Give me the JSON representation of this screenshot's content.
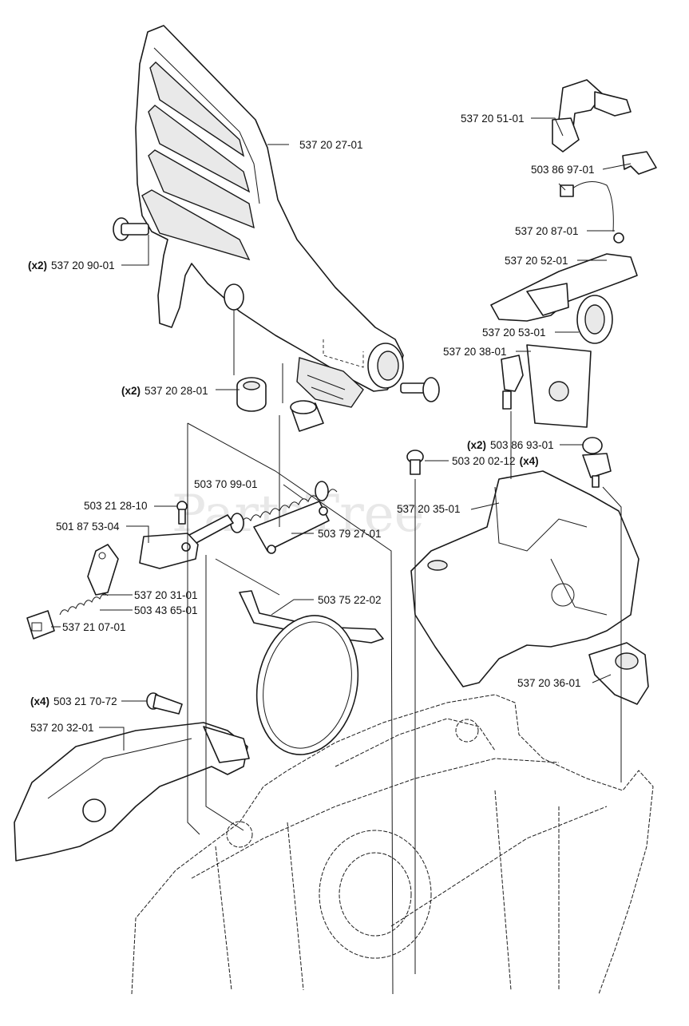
{
  "watermark": "PartsTree",
  "callouts": [
    {
      "id": "537-20-27-01",
      "part_no": "537 20 27-01",
      "qty": ""
    },
    {
      "id": "537-20-90-01",
      "part_no": "537 20 90-01",
      "qty": "(x2)"
    },
    {
      "id": "537-20-28-01",
      "part_no": "537 20 28-01",
      "qty": "(x2)"
    },
    {
      "id": "503-70-99-01",
      "part_no": "503 70 99-01",
      "qty": ""
    },
    {
      "id": "503-21-28-10",
      "part_no": "503 21 28-10",
      "qty": ""
    },
    {
      "id": "501-87-53-04",
      "part_no": "501 87 53-04",
      "qty": ""
    },
    {
      "id": "503-79-27-01",
      "part_no": "503 79 27-01",
      "qty": ""
    },
    {
      "id": "537-20-31-01",
      "part_no": "537 20 31-01",
      "qty": ""
    },
    {
      "id": "503-43-65-01",
      "part_no": "503 43 65-01",
      "qty": ""
    },
    {
      "id": "537-21-07-01",
      "part_no": "537 21 07-01",
      "qty": ""
    },
    {
      "id": "503-75-22-02",
      "part_no": "503 75 22-02",
      "qty": ""
    },
    {
      "id": "503-21-70-72",
      "part_no": "503 21 70-72",
      "qty": "(x4)"
    },
    {
      "id": "537-20-32-01",
      "part_no": "537 20 32-01",
      "qty": ""
    },
    {
      "id": "537-20-51-01",
      "part_no": "537 20 51-01",
      "qty": ""
    },
    {
      "id": "503-86-97-01",
      "part_no": "503 86 97-01",
      "qty": ""
    },
    {
      "id": "537-20-87-01",
      "part_no": "537 20 87-01",
      "qty": ""
    },
    {
      "id": "537-20-52-01",
      "part_no": "537 20 52-01",
      "qty": ""
    },
    {
      "id": "537-20-53-01",
      "part_no": "537 20 53-01",
      "qty": ""
    },
    {
      "id": "537-20-38-01",
      "part_no": "537 20 38-01",
      "qty": ""
    },
    {
      "id": "503-86-93-01",
      "part_no": "503 86 93-01",
      "qty": "(x2)"
    },
    {
      "id": "503-20-02-12",
      "part_no": "503 20 02-12",
      "qty": "(x4)"
    },
    {
      "id": "537-20-35-01",
      "part_no": "537 20 35-01",
      "qty": ""
    },
    {
      "id": "537-20-36-01",
      "part_no": "537 20 36-01",
      "qty": ""
    }
  ]
}
